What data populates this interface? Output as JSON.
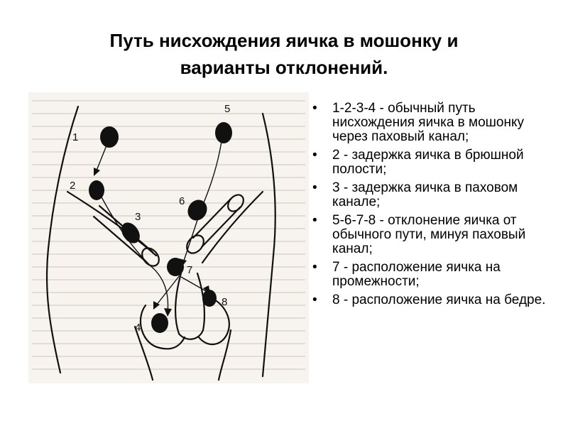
{
  "slide": {
    "title_line1": "Путь нисхождения яичка в мошонку и",
    "title_line2": "варианты отклонений."
  },
  "figure": {
    "labels": [
      "1",
      "2",
      "3",
      "4",
      "5",
      "6",
      "7",
      "8"
    ]
  },
  "bullets": [
    "1-2-3-4 - обычный путь нисхождения яичка в мошонку через паховый канал;",
    "2 - задержка яичка в брюшной полости;",
    "3 - задержка яичка в паховом канале;",
    "5-6-7-8 - отклонение яичка от обычного пути, минуя паховый канал;",
    "7 - расположение яичка на промежности;",
    "8 - расположение яичка на бедре."
  ]
}
